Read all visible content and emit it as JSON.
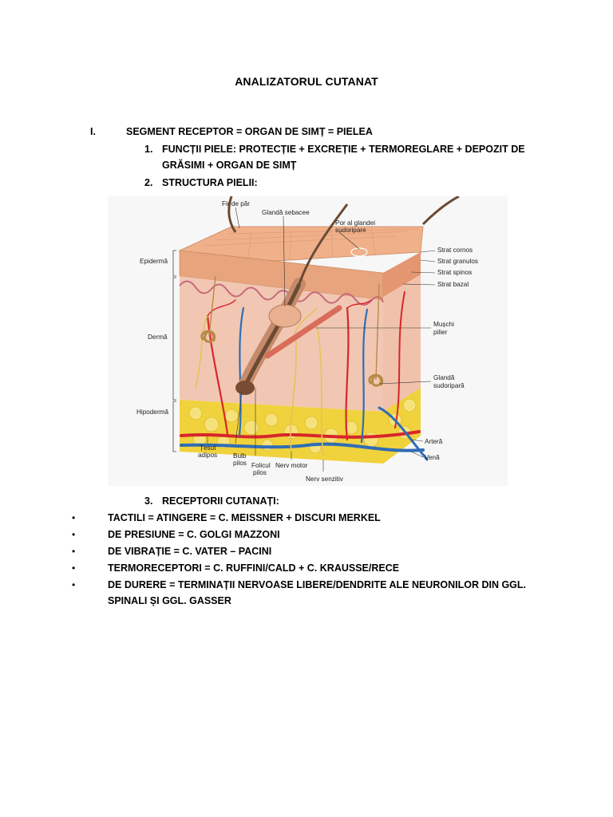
{
  "title": "ANALIZATORUL CUTANAT",
  "section1": {
    "numeral": "I.",
    "heading": "SEGMENT RECEPTOR = ORGAN DE SIMȚ = PIELEA",
    "item1_num": "1.",
    "item1_line1": "FUNCȚII PIELE: PROTECȚIE + EXCREȚIE + TERMOREGLARE + DEPOZIT DE",
    "item1_line2": "GRĂSIMI + ORGAN DE SIMȚ",
    "item2_num": "2.",
    "item2": "STRUCTURA PIELII:",
    "item3_num": "3.",
    "item3": "RECEPTORII CUTANAȚI:"
  },
  "figure_labels": {
    "fir_de_par": "Fir de păr",
    "glanda_sebacee": "Glandă sebacee",
    "por_line1": "Por al glandei",
    "por_line2": "sudoripare",
    "strat_cornos": "Strat cornos",
    "strat_granulos": "Strat granulos",
    "strat_spinos": "Strat spinos",
    "strat_bazal": "Strat bazal",
    "epiderma": "Epidermă",
    "derma": "Dermă",
    "muschi_line1": "Mușchi",
    "muschi_line2": "pilier",
    "glanda_sud_line1": "Glandă",
    "glanda_sud_line2": "sudoripară",
    "hipoderma": "Hipodermă",
    "artera": "Arteră",
    "vena": "Venă",
    "tesut_line1": "Țesut",
    "tesut_line2": "adipos",
    "bulb_line1": "Bulb",
    "bulb_line2": "pilos",
    "folicul_line1": "Folicul",
    "folicul_line2": "pilos",
    "nerv_motor": "Nerv motor",
    "nerv_senzitiv": "Nerv senzitiv"
  },
  "receptors": [
    "TACTILI = ATINGERE = C. MEISSNER + DISCURI MERKEL",
    "DE PRESIUNE = C. GOLGI MAZZONI",
    "DE VIBRAȚIE = C. VATER – PACINI",
    "TERMORECEPTORI = C. RUFFINI/CALD + C. KRAUSSE/RECE",
    "DE DURERE = TERMINAȚII NERVOASE LIBERE/DENDRITE ALE NEURONILOR DIN GGL.",
    "SPINALI ȘI GGL. GASSER"
  ],
  "bullet_symbol": "•",
  "colors": {
    "epidermis": "#e8a47c",
    "dermis": "#f1c7b3",
    "fat": "#f0d23c",
    "artery": "#d8262b",
    "vein": "#2f6db5",
    "nerve": "#e6c25a"
  }
}
